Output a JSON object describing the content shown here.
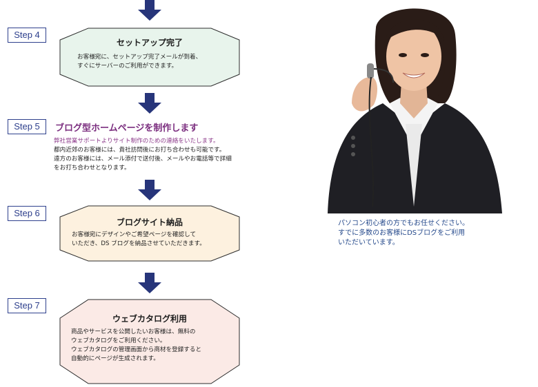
{
  "colors": {
    "arrow": "#27357a",
    "step_border": "#2d3f8c",
    "hex_border": "#2b2b2b",
    "step4_fill": "#e8f4ec",
    "step6_fill": "#fdf1df",
    "step7_fill": "#fbeae6",
    "step5_title": "#7a2c7e",
    "caption": "#264a8c"
  },
  "steps": [
    {
      "label": "Step 4",
      "title": "セットアップ完了",
      "lines": [
        "お客様宛に、セットアップ完了メールが到着、",
        "すぐにサーバーのご利用ができます。"
      ]
    },
    {
      "label": "Step 5",
      "title": "ブログ型ホームページを制作します",
      "subtitle": "弊社営業サポートよりサイト制作のための連絡をいたします。",
      "lines": [
        "都内近郊のお客様には、貴社訪問後にお打ち合わせも可能です。",
        "遠方のお客様には、メール添付で送付後、メールやお電話等で詳細",
        "をお打ち合わせとなります。"
      ]
    },
    {
      "label": "Step 6",
      "title": "ブログサイト納品",
      "lines": [
        "お客様宛にデザインやご希望ページを確認して",
        "いただき、DS ブログを納品させていただきます。"
      ]
    },
    {
      "label": "Step 7",
      "title": "ウェブカタログ利用",
      "lines": [
        "商品やサービスを公開したいお客様は、無料の",
        "ウェブカタログをご利用ください。",
        "ウェブカタログの管理画面から商材を登録すると",
        "自動的にページが生成されます。"
      ]
    }
  ],
  "caption": {
    "lines": [
      "パソコン初心者の方でもお任せください。",
      "すでに多数のお客様にDSブログをご利用",
      "いただいています。"
    ]
  }
}
